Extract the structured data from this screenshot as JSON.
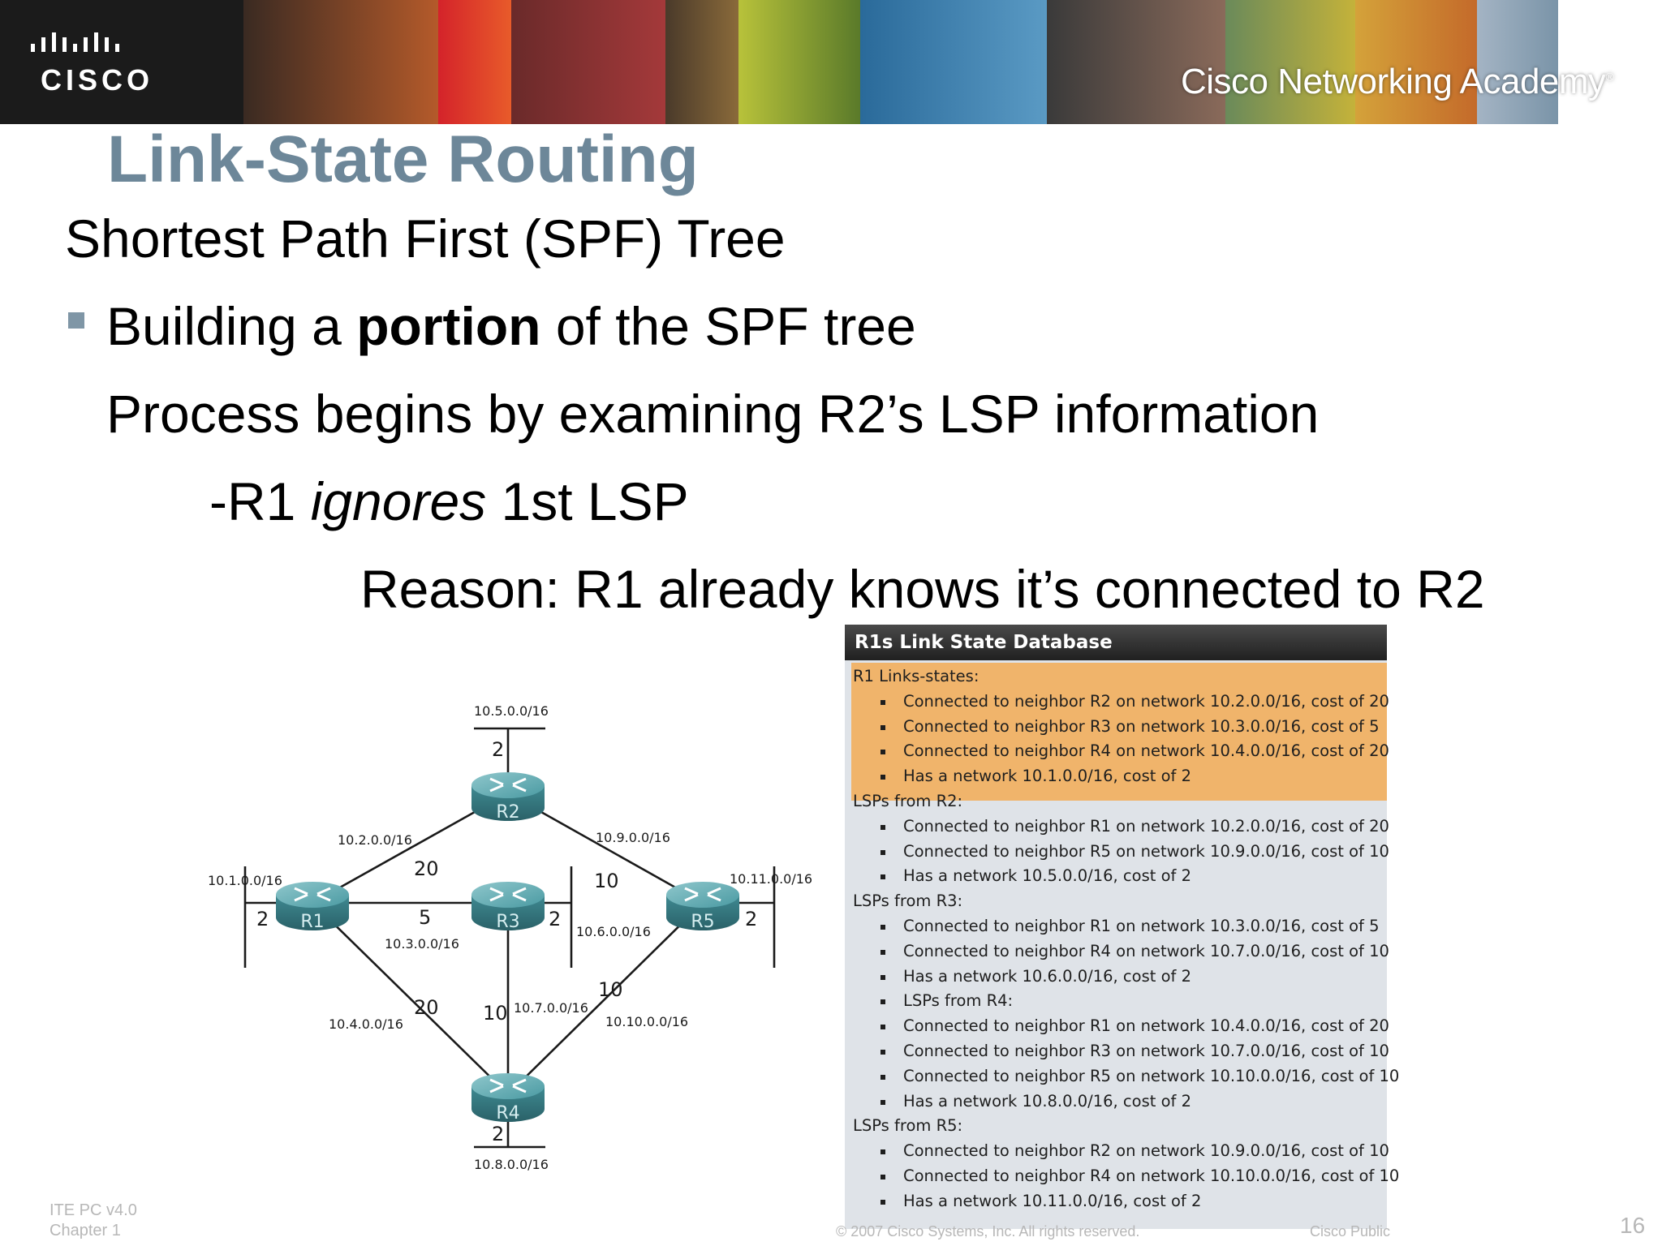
{
  "header": {
    "logo_text": "CISCO",
    "academy_text": "Cisco Networking Academy",
    "academy_mark": "®"
  },
  "slide": {
    "title": "Link-State Routing",
    "subtitle": "Shortest Path First (SPF) Tree",
    "bullet1": {
      "pre": "Building a ",
      "bold": "portion",
      "post": " of the SPF tree"
    },
    "line2": "Process begins by examining R2’s LSP information",
    "line3": {
      "pre": "-R1 ",
      "italic": "ignores",
      "post": " 1st LSP"
    },
    "line4": "Reason:  R1 already knows it’s connected to R2"
  },
  "database": {
    "title": "R1s Link State Database",
    "colors": {
      "highlight": "#f0b46b",
      "panel": "#dfe3e8",
      "header": "#2e2e2e"
    },
    "sections": [
      {
        "heading": "R1 Links-states:",
        "items": [
          "Connected to neighbor R2 on network 10.2.0.0/16, cost of 20",
          "Connected to neighbor R3 on network 10.3.0.0/16, cost of 5",
          "Connected to neighbor R4 on network 10.4.0.0/16, cost of 20",
          "Has a network 10.1.0.0/16, cost of 2"
        ]
      },
      {
        "heading": "LSPs from R2:",
        "items": [
          "Connected to neighbor R1 on network 10.2.0.0/16, cost of 20",
          "Connected to neighbor R5 on network 10.9.0.0/16, cost of 10",
          "Has a network 10.5.0.0/16, cost of 2"
        ]
      },
      {
        "heading": "LSPs from R3:",
        "items": [
          "Connected to neighbor R1 on network 10.3.0.0/16, cost of 5",
          "Connected to neighbor R4 on network 10.7.0.0/16, cost of 10",
          "Has a network 10.6.0.0/16, cost of 2",
          "LSPs from R4:",
          "Connected to neighbor R1 on network 10.4.0.0/16, cost of 20",
          "Connected to neighbor R3 on network 10.7.0.0/16, cost of 10",
          "Connected to neighbor R5 on network 10.10.0.0/16, cost of 10",
          "Has a network 10.8.0.0/16, cost of 2"
        ]
      },
      {
        "heading": "LSPs from R5:",
        "items": [
          "Connected to neighbor R2 on network 10.9.0.0/16, cost of 10",
          "Connected to neighbor R4 on network 10.10.0.0/16, cost of 10",
          "Has a network 10.11.0.0/16, cost of 2"
        ]
      }
    ]
  },
  "diagram": {
    "routers": [
      "R1",
      "R2",
      "R3",
      "R4",
      "R5"
    ],
    "networks": {
      "n1": "10.1.0.0/16",
      "n2": "10.2.0.0/16",
      "n3": "10.3.0.0/16",
      "n4": "10.4.0.0/16",
      "n5": "10.5.0.0/16",
      "n6": "10.6.0.0/16",
      "n7": "10.7.0.0/16",
      "n8": "10.8.0.0/16",
      "n9": "10.9.0.0/16",
      "n10": "10.10.0.0/16",
      "n11": "10.11.0.0/16"
    },
    "costs": {
      "r1_r2": "20",
      "r1_r3": "5",
      "r1_r4": "20",
      "r3_r4": "10",
      "r2_r5": "10",
      "r4_r5": "10",
      "stub_r1": "2",
      "stub_r2": "2",
      "stub_r3": "2",
      "stub_r4": "2",
      "stub_r5": "2"
    }
  },
  "footer": {
    "course": "ITE PC v4.0",
    "chapter": "Chapter 1",
    "copyright": "© 2007 Cisco Systems, Inc. All rights reserved.",
    "classification": "Cisco Public",
    "page_number": "16"
  }
}
